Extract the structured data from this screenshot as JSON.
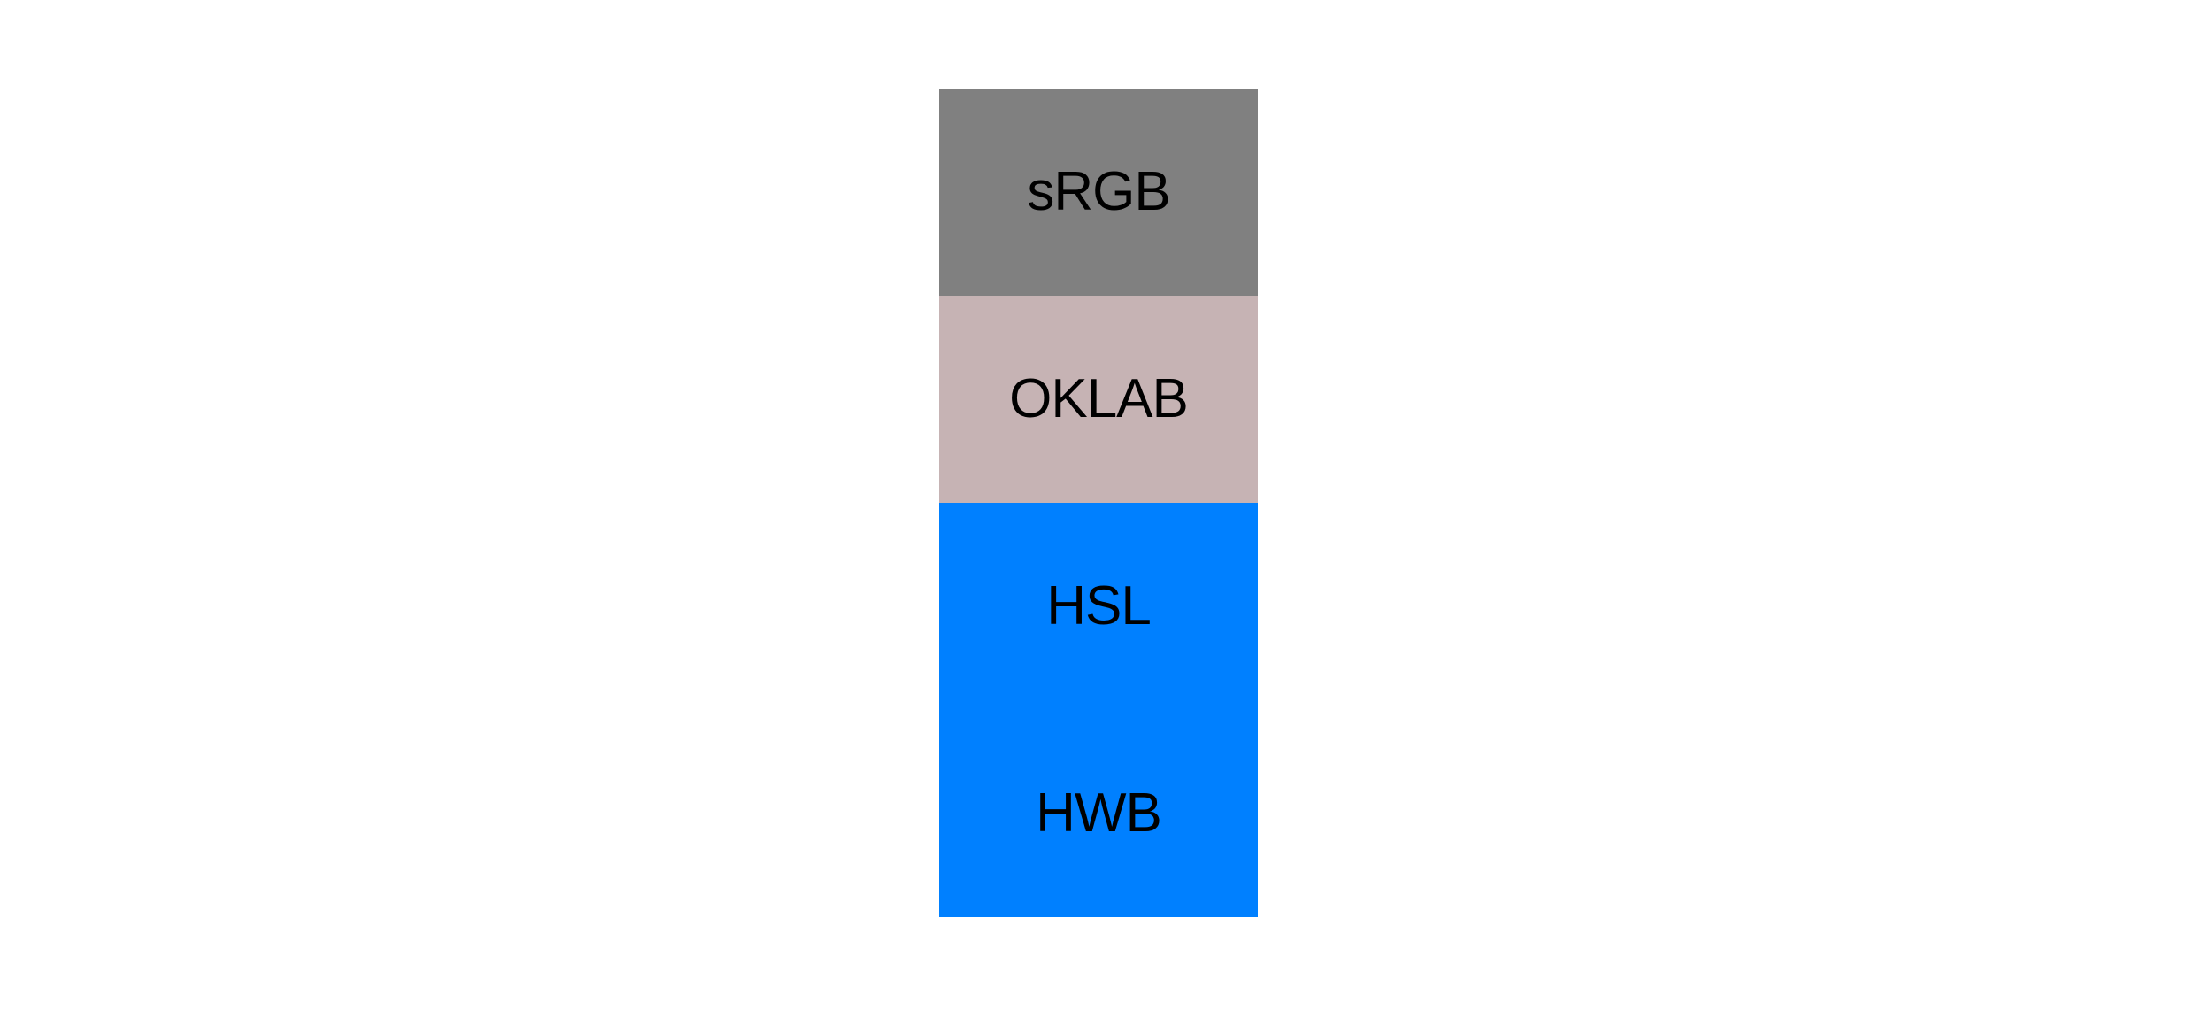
{
  "figure": {
    "background": "#ffffff",
    "label_color": "#000000"
  },
  "swatches": [
    {
      "label": "sRGB",
      "color": "#808080"
    },
    {
      "label": "OKLAB",
      "color": "#c6b3b4"
    },
    {
      "label": "HSL",
      "color": "#0080ff"
    },
    {
      "label": "HWB",
      "color": "#0080ff"
    }
  ]
}
